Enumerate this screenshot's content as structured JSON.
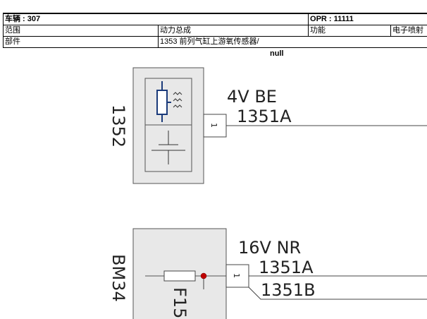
{
  "header": {
    "vehicle": "车辆 : 307",
    "opr": "OPR : 11111",
    "scope_label": "范围",
    "scope_value": "动力总成",
    "function_label": "功能",
    "function_value": "电子喷射",
    "part_label": "部件",
    "part_value": "1353 前列气缸上游氧传感器/"
  },
  "null_text": "null",
  "component_1": {
    "id": "1352",
    "pin": "1",
    "wire_label": "4V BE",
    "wire": "1351A"
  },
  "component_2": {
    "id": "BM34",
    "fuse": "F15",
    "pin": "1",
    "wire_label": "16V NR",
    "wire_a": "1351A",
    "wire_b": "1351B"
  },
  "colors": {
    "sensor_line": "#1a3a7a",
    "junction": "#c00000",
    "box_fill": "#e8e8e8"
  }
}
